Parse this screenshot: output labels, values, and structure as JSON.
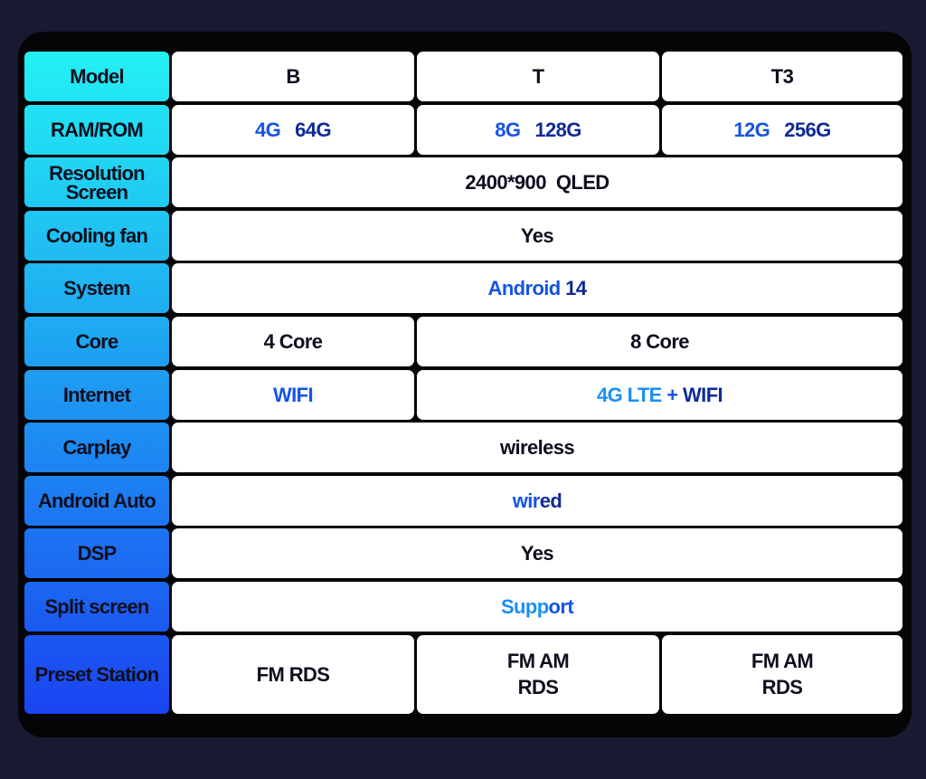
{
  "header": {
    "label": "Model",
    "columns": [
      "B",
      "T",
      "T3"
    ]
  },
  "rows": {
    "ram": {
      "label": "RAM/ROM",
      "b": {
        "ram": "4G",
        "rom": "64G"
      },
      "t": {
        "ram": "8G",
        "rom": "128G"
      },
      "t3": {
        "ram": "12G",
        "rom": "256G"
      }
    },
    "resolution": {
      "label": "Resolution\nScreen",
      "value": "2400*900  QLED"
    },
    "cooling": {
      "label": "Cooling fan",
      "value": "Yes"
    },
    "system": {
      "label": "System",
      "value_os": "Android",
      "value_version": " 14"
    },
    "core": {
      "label": "Core",
      "b": "4 Core",
      "t_t3": "8 Core"
    },
    "internet": {
      "label": "Internet",
      "b": "WIFI",
      "t_t3_lte": "4G LTE",
      "t_t3_plus": " + ",
      "t_t3_wifi": "WIFI"
    },
    "carplay": {
      "label": "Carplay",
      "value": "wireless"
    },
    "android_auto": {
      "label": "Android Auto",
      "value_a": "wir",
      "value_b": "ed"
    },
    "dsp": {
      "label": "DSP",
      "value": "Yes"
    },
    "split": {
      "label": "Split screen",
      "value_a": "Supp",
      "value_b": "ort"
    },
    "preset": {
      "label": "Preset Station",
      "b": "FM RDS",
      "t": "FM AM\nRDS",
      "t3": "FM AM\nRDS"
    }
  },
  "colors": {
    "label_gradient_top": "#22f1f3",
    "label_gradient_bottom": "#1a44f1",
    "value_light_blue": "#1b8ff0",
    "value_blue": "#1453e6",
    "value_navy": "#0f2a96",
    "background": "#181a32",
    "panel": "#050507"
  }
}
